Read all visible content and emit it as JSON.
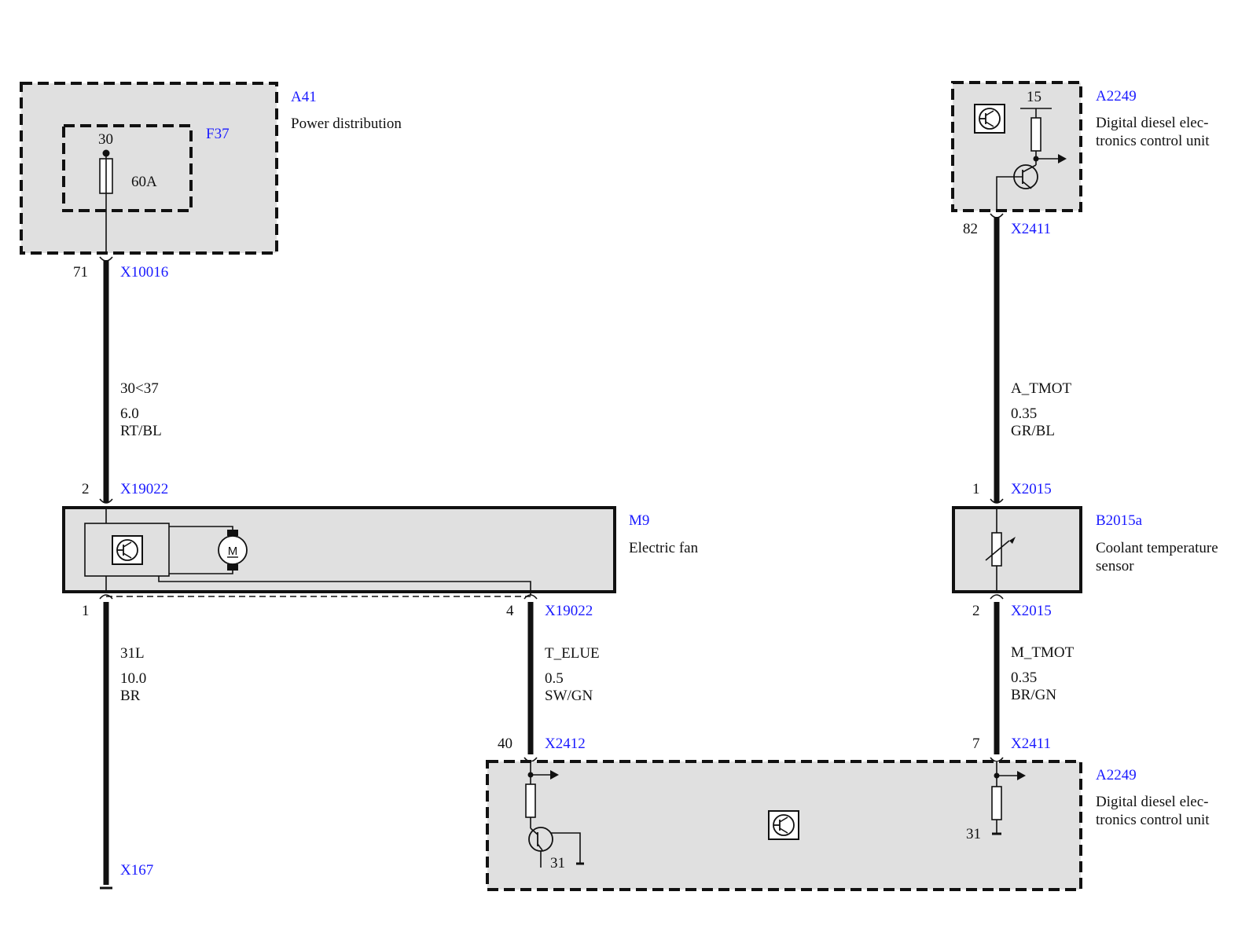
{
  "components": {
    "a41": {
      "id": "A41",
      "name": "Power distribution"
    },
    "f37": {
      "id": "F37",
      "terminal": "30",
      "rating": "60A"
    },
    "a2249_top": {
      "id": "A2249",
      "name_line1": "Digital diesel elec-",
      "name_line2": "tronics control unit",
      "terminal": "15"
    },
    "m9": {
      "id": "M9",
      "name": "Electric fan",
      "motor_letter": "M"
    },
    "b2015a": {
      "id": "B2015a",
      "name_line1": "Coolant temperature",
      "name_line2": "sensor"
    },
    "a2249_bottom": {
      "id": "A2249",
      "name_line1": "Digital diesel elec-",
      "name_line2": "tronics control unit",
      "ground_left": "31",
      "ground_right": "31"
    }
  },
  "connectors": {
    "x10016": {
      "id": "X10016",
      "pin": "71"
    },
    "x19022_top": {
      "id": "X19022",
      "pin": "2"
    },
    "x19022_pin1": {
      "pin": "1"
    },
    "x19022_pin4": {
      "id": "X19022",
      "pin": "4"
    },
    "x167": {
      "id": "X167"
    },
    "x2412": {
      "id": "X2412",
      "pin": "40"
    },
    "x2411_top": {
      "id": "X2411",
      "pin": "82"
    },
    "x2015_top": {
      "id": "X2015",
      "pin": "1"
    },
    "x2015_bottom": {
      "id": "X2015",
      "pin": "2"
    },
    "x2411_bottom": {
      "id": "X2411",
      "pin": "7"
    }
  },
  "wires": {
    "w_30_37": {
      "signal": "30<37",
      "gauge": "6.0",
      "color": "RT/BL"
    },
    "w_31l": {
      "signal": "31L",
      "gauge": "10.0",
      "color": "BR"
    },
    "w_t_elue": {
      "signal": "T_ELUE",
      "gauge": "0.5",
      "color": "SW/GN"
    },
    "w_a_tmot": {
      "signal": "A_TMOT",
      "gauge": "0.35",
      "color": "GR/BL"
    },
    "w_m_tmot": {
      "signal": "M_TMOT",
      "gauge": "0.35",
      "color": "BR/GN"
    }
  },
  "colors": {
    "component_label": "#1a1aff",
    "box_fill": "#e0e0e0",
    "line": "#111111"
  }
}
